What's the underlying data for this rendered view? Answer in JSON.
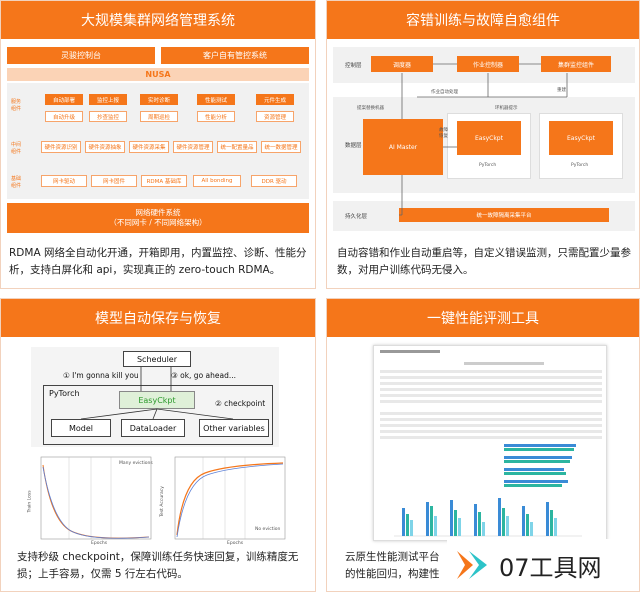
{
  "cards": {
    "large_cluster": {
      "title": "大规模集群网络管理系统",
      "caption": "RDMA 网络全自动化开通，开箱即用，内置监控、诊断、性能分析，支持白屏化和 api，实现真正的 zero-touch RDMA。",
      "top_buttons": [
        "灵骏控制台",
        "客户自有管控系统"
      ],
      "nusa": "NUSA",
      "rows": [
        {
          "label": "服务\n组件",
          "items": [
            "自动部署",
            "监控上报",
            "实时诊断",
            "性能测试",
            "元件生成"
          ]
        },
        {
          "label": "",
          "items": [
            "自动升级",
            "抄查监控",
            "周期巡检",
            "性能分析",
            "资源管理"
          ]
        },
        {
          "label": "中间\n组件",
          "items": [
            "硬件资源识别",
            "硬件资源抽象",
            "硬件资源采集",
            "硬件资源管理",
            "统一配置量品",
            "统一数据管理"
          ]
        },
        {
          "label": "基础\n组件",
          "items": [
            "网卡驱动",
            "网卡固件",
            "RDMA 基础库",
            "All bonding",
            "DDR 驱动"
          ]
        }
      ],
      "hw_line1": "网络硬件系统",
      "hw_line2": "（不同网卡 / 不同网络架构）"
    },
    "fault_tolerance": {
      "title": "容错训练与故障自愈组件",
      "caption": "自动容错和作业自动重启等，自定义错误监测，只需配置少量参数，对用户训练代码无侵入。",
      "control": "控制层",
      "data": "数据层",
      "persist": "持久化层",
      "top_boxes": [
        "调度器",
        "作业控制器",
        "集群监控组件"
      ],
      "ai_master": "AI Master",
      "easyckpt": "EasyCkpt",
      "pytorch": "PyTorch",
      "storage": "统一故障隔离采集平台",
      "notes": [
        "提案替换机器",
        "作业自动处理",
        "环机器提示",
        "重建",
        "故障\n恢复"
      ]
    },
    "checkpoint": {
      "title": "模型自动保存与恢复",
      "caption": "支持秒级 checkpoint，保障训练任务快速回复，训练精度无损；上手容易，仅需 5 行左右代码。",
      "scheduler": "Scheduler",
      "msg1": "① I'm gonna kill you",
      "msg3": "③ ok, go ahead...",
      "pytorch": "PyTorch",
      "easyckpt": "EasyCkpt",
      "msg2": "② checkpoint",
      "model": "Model",
      "dataloader": "DataLoader",
      "other": "Other variables",
      "chart_left_ylabel": "Train Loss",
      "chart_left_xlabel": "Epochs",
      "chart_right_ylabel": "Test Accuracy",
      "chart_right_xlabel": "Epochs",
      "legend_a": "No eviction",
      "legend_b": "Many evictions"
    },
    "perf_tool": {
      "title": "一键性能评测工具",
      "caption_line1": "云原生性能测试平台",
      "caption_line2": "的性能回归，构建性"
    }
  },
  "watermark": {
    "text": "07工具网"
  },
  "colors": {
    "accent": "#f5761a",
    "border": "#f2d2bd"
  }
}
